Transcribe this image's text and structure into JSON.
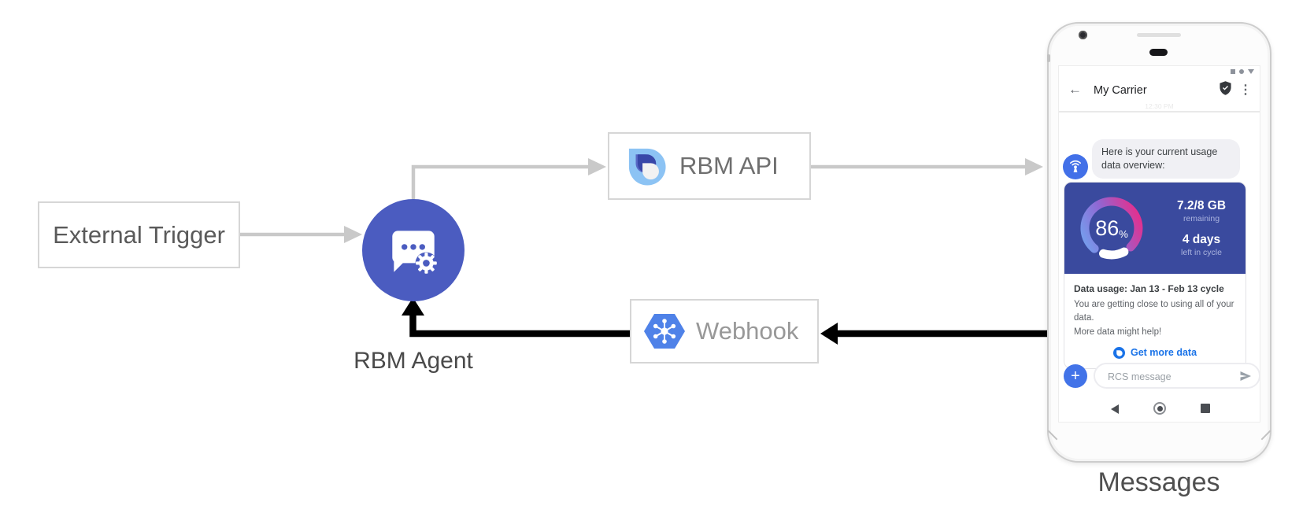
{
  "diagram": {
    "nodes": {
      "external_trigger": {
        "label": "External Trigger"
      },
      "rbm_agent": {
        "label": "RBM Agent",
        "icon": "chat-bubble-gear-icon"
      },
      "rbm_api": {
        "label": "RBM API",
        "icon": "rbm-teardrop-logo"
      },
      "webhook": {
        "label": "Webhook",
        "icon": "cloud-hexagon-hub-icon"
      },
      "phone": {
        "label": "Messages"
      }
    },
    "colors": {
      "agent_circle": "#4b5cc0",
      "connector_gray": "#c9c9c9",
      "connector_black": "#000000",
      "box_border": "#d6d6d6"
    }
  },
  "phone": {
    "status_icons": [
      "square",
      "dot",
      "triangle-down"
    ],
    "header": {
      "back_icon": "arrow-left",
      "title": "My Carrier",
      "verified_icon": "shield-check",
      "menu_icon": "kebab-menu",
      "timestamp": "12:30 PM"
    },
    "chat": {
      "avatar_icon": "carrier-antenna",
      "message": "Here is your current usage data overview:"
    },
    "usage_card": {
      "gauge": {
        "percent": "86",
        "unit": "%"
      },
      "stats": [
        {
          "value": "7.2/8 GB",
          "caption": "remaining"
        },
        {
          "value": "4 days",
          "caption": "left in cycle"
        }
      ],
      "title": "Data usage: Jan 13 - Feb 13 cycle",
      "body_line1": "You are getting close to using all of your data.",
      "body_line2": "More data might help!",
      "action_icon": "rbm-globe",
      "action_label": "Get more data"
    },
    "composer": {
      "plus_icon": "plus",
      "placeholder": "RCS message",
      "send_icon": "send-arrow"
    },
    "navbar": {
      "back_icon": "triangle-left",
      "home_icon": "circle",
      "recents_icon": "square"
    },
    "colors": {
      "card_bg": "#3a4a9e",
      "gauge_blue": "#6fa9f2",
      "gauge_purple": "#8f68d4",
      "gauge_pink": "#e62e8c",
      "action_blue": "#1a73e8",
      "avatar_blue": "#4270e8"
    }
  }
}
